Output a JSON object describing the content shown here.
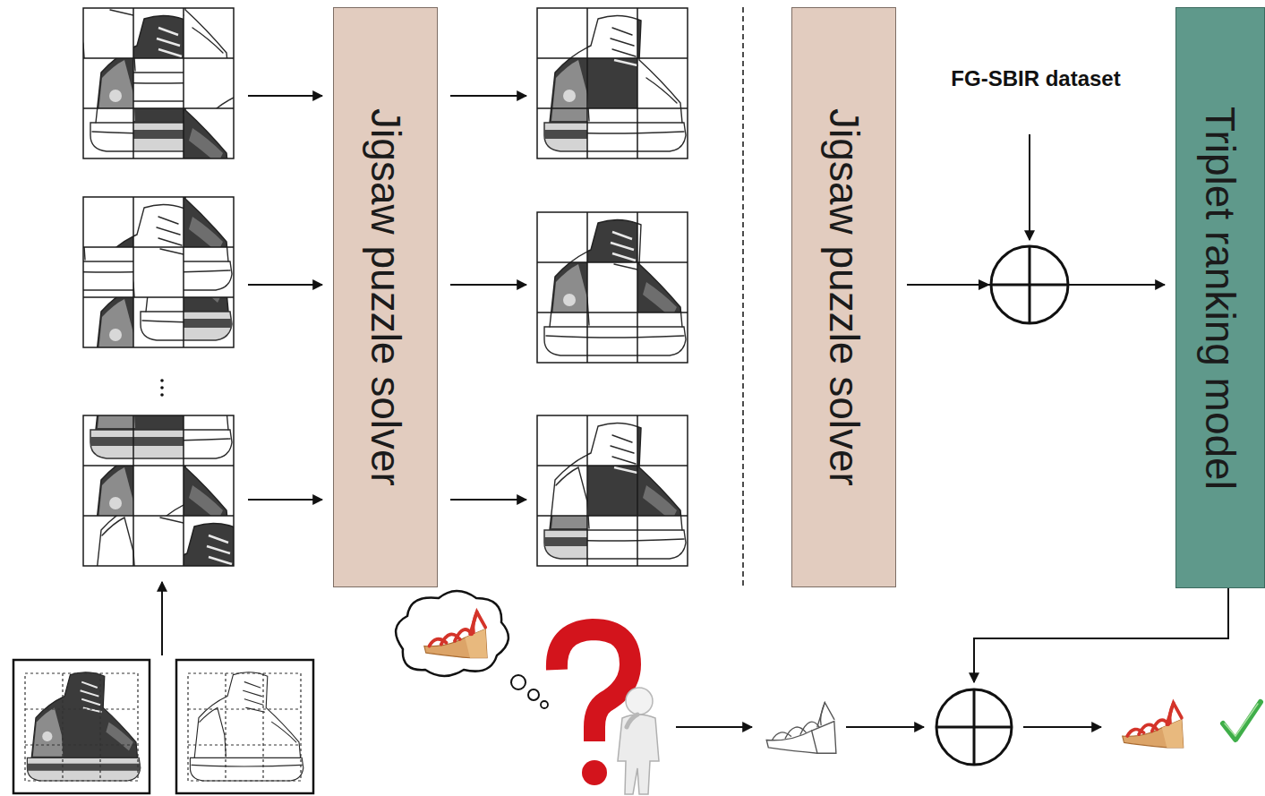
{
  "diagram": {
    "nodes": [
      {
        "text": [
          "Jigsaw puzzle solver"
        ]
      },
      {
        "text": [
          "Jigsaw puzzle solver"
        ]
      },
      {
        "text": [
          "Triplet ranking model"
        ]
      }
    ],
    "edges": [
      {
        "from": 1,
        "to": 2,
        "arrow": "to"
      }
    ],
    "labels": [
      "FG-SBIR dataset"
    ]
  }
}
